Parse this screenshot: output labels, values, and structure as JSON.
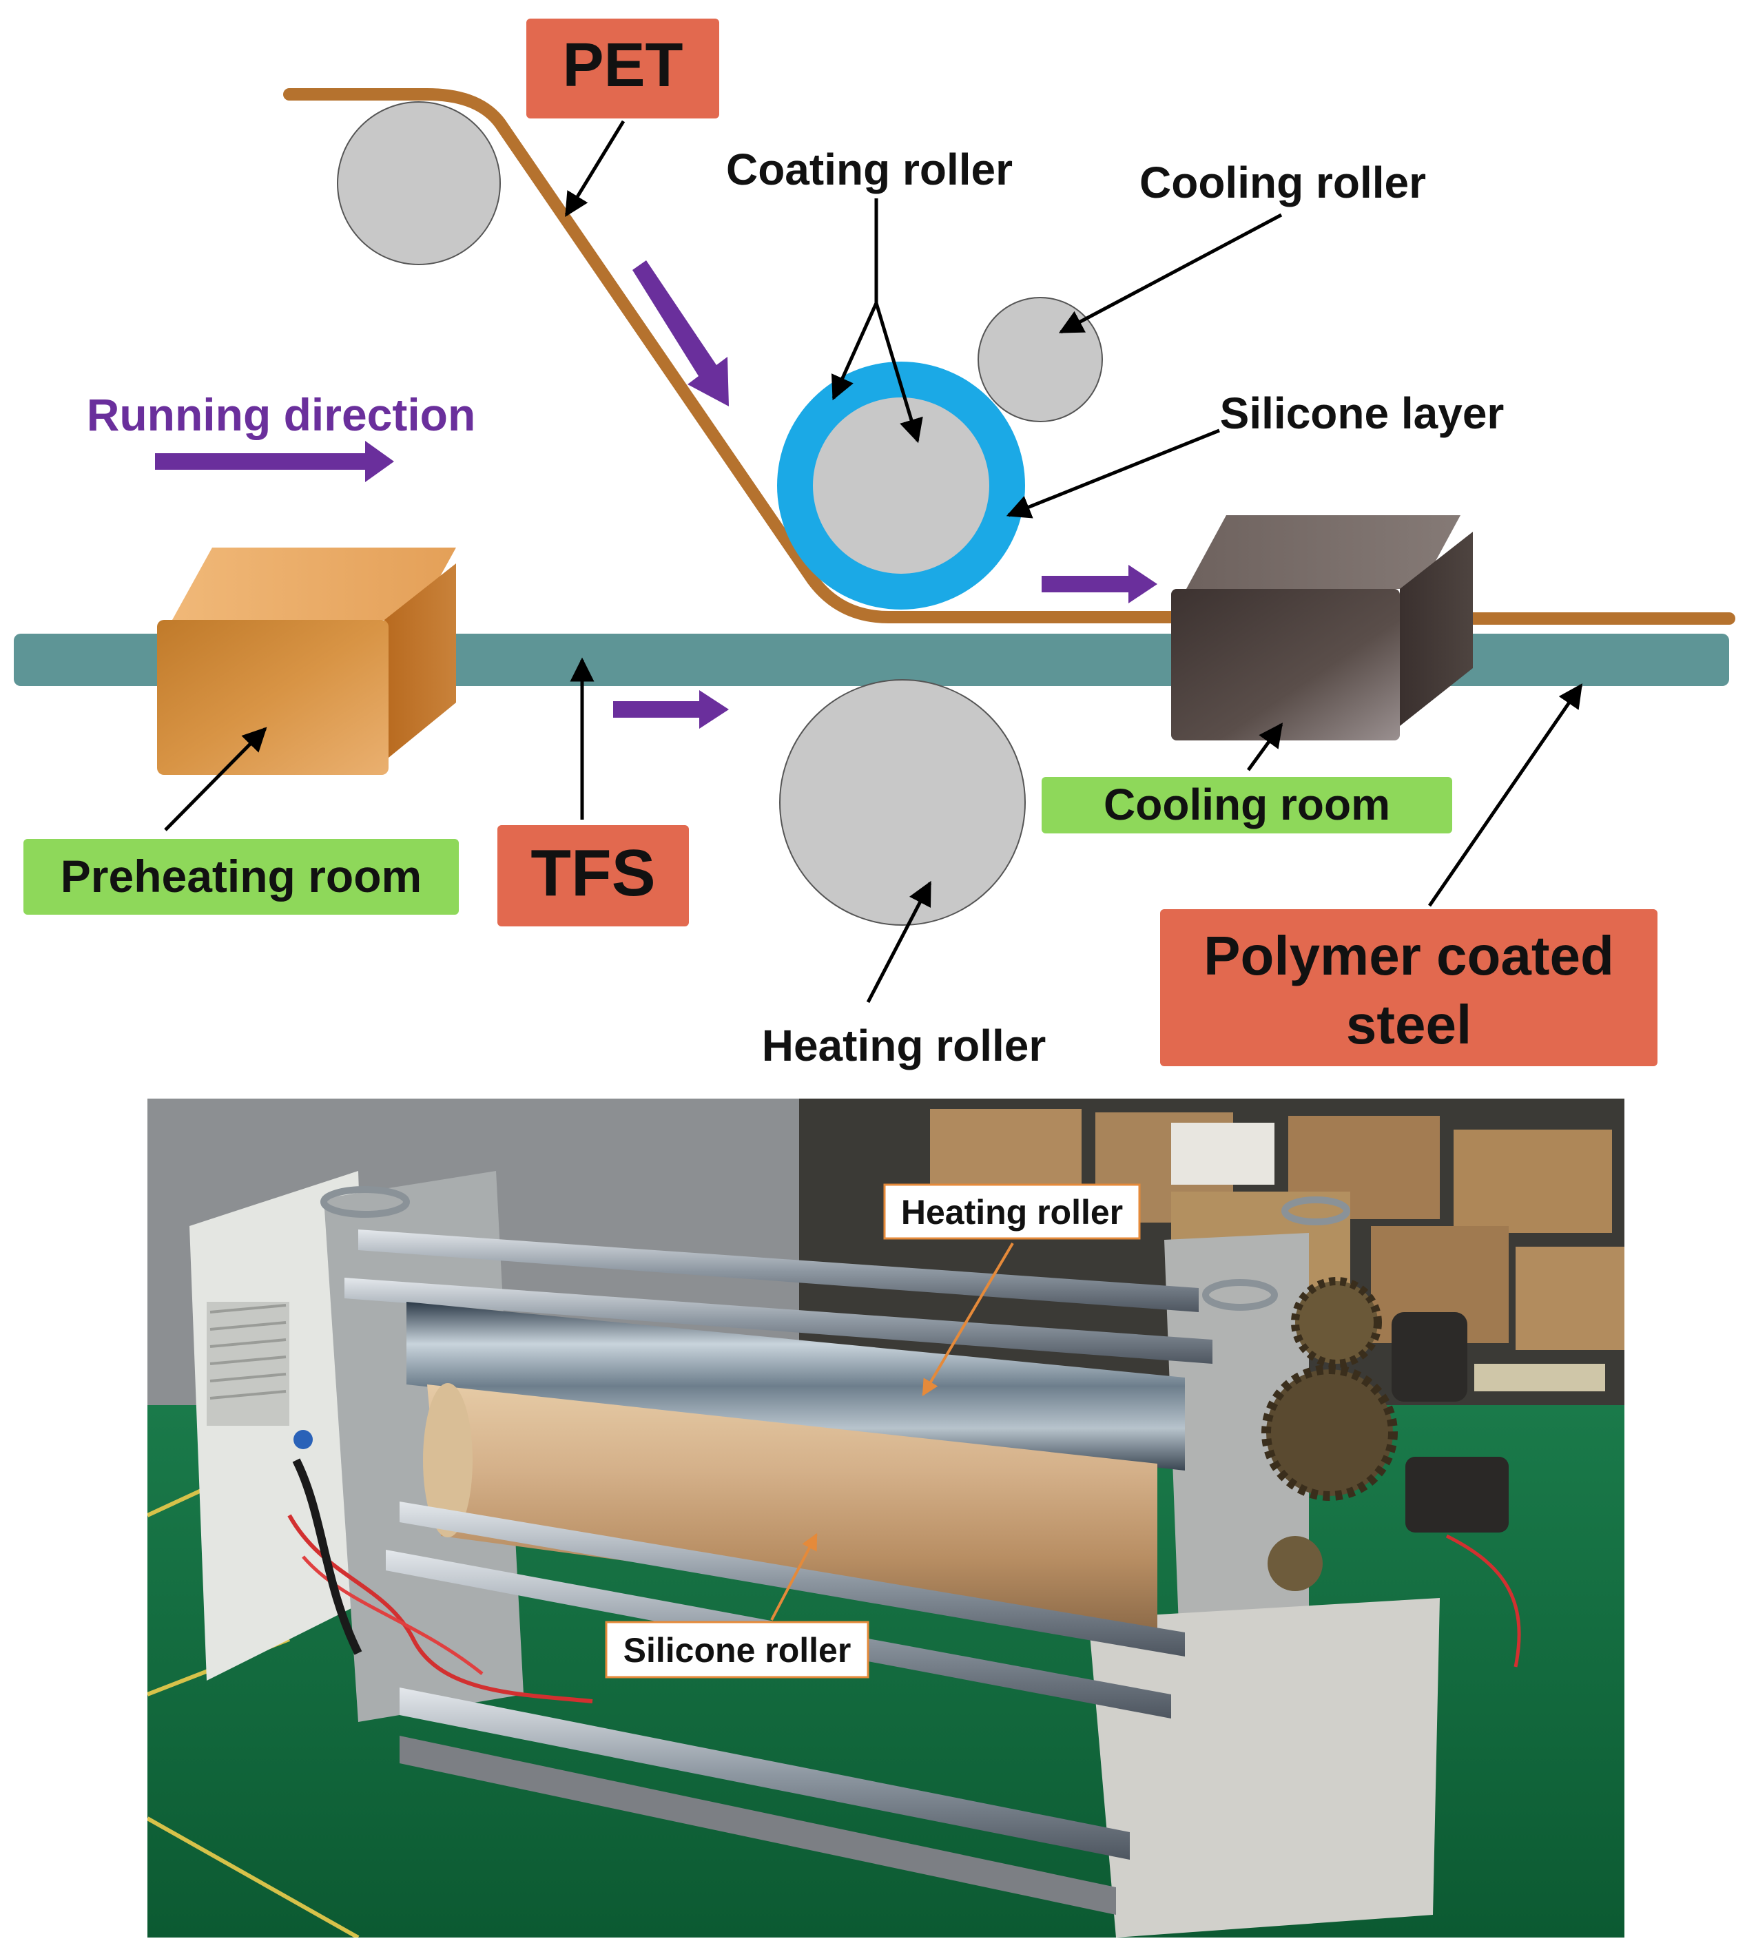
{
  "diagram": {
    "labels": {
      "pet": "PET",
      "coating_roller": "Coating roller",
      "cooling_roller": "Cooling roller",
      "running_direction": "Running direction",
      "silicone_layer": "Silicone layer",
      "preheating_room": "Preheating room",
      "tfs": "TFS",
      "cooling_room": "Cooling room",
      "polymer_coated_steel_line1": "Polymer coated",
      "polymer_coated_steel_line2": "steel",
      "heating_roller": "Heating roller"
    },
    "colors": {
      "pet_film": "#B5722E",
      "steel_strip": "#5E9596",
      "roller_fill": "#C8C8C8",
      "silicone_layer": "#1BA9E6",
      "preheating_room": "#D08A36",
      "cooling_room": "#4F4440",
      "direction_arrow": "#6A2F9C",
      "red_tag": "#E2694F",
      "green_tag": "#8ED85A"
    }
  },
  "photo": {
    "labels": {
      "heating_roller": "Heating roller",
      "silicone_roller": "Silicone roller"
    },
    "colors": {
      "floor": "#0F6B3E",
      "silicone_roller_body": "#C9A27A",
      "chrome_roller": "#8FA0AE",
      "callout_arrow": "#E58A3A"
    }
  }
}
